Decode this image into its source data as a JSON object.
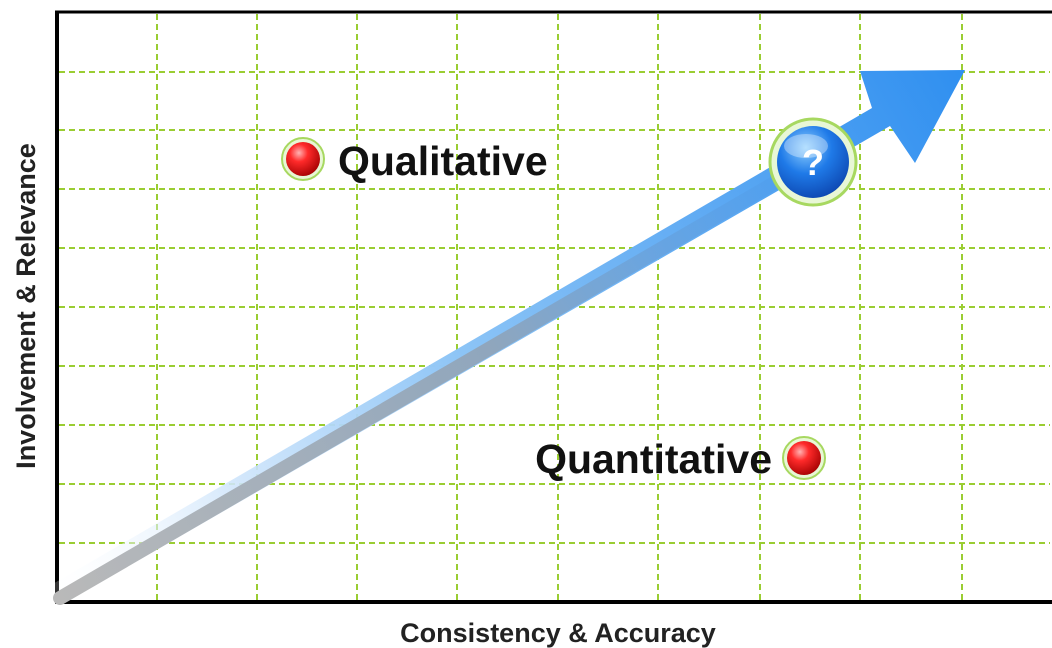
{
  "diagram": {
    "x_axis_label": "Consistency & Accuracy",
    "y_axis_label": "Involvement & Relevance",
    "points": [
      {
        "label": "Qualitative",
        "marker": "red-dot"
      },
      {
        "label": "Quantitative",
        "marker": "red-dot"
      }
    ],
    "trend_marker": {
      "label": "?",
      "icon": "question-mark-icon"
    },
    "colors": {
      "grid": "#9acd32",
      "arrow": "#3399ee",
      "marker_red": "#e00000",
      "question_badge": "#1f6fe0"
    }
  }
}
